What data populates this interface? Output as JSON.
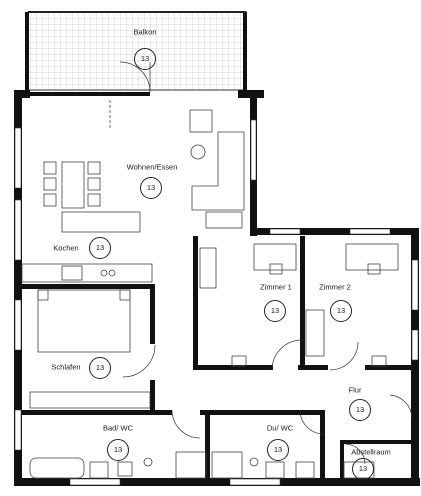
{
  "rooms": [
    {
      "id": "balkon",
      "name": "Balkon",
      "number": "13"
    },
    {
      "id": "wohnen",
      "name": "Wohnen/Essen",
      "number": "13"
    },
    {
      "id": "kochen",
      "name": "Kochen",
      "number": "13"
    },
    {
      "id": "zimmer1",
      "name": "Zimmer 1",
      "number": "13"
    },
    {
      "id": "zimmer2",
      "name": "Zimmer 2",
      "number": "13"
    },
    {
      "id": "schlafen",
      "name": "Schlafen",
      "number": "13"
    },
    {
      "id": "flur",
      "name": "Flur",
      "number": "13"
    },
    {
      "id": "badwc",
      "name": "Bad/ WC",
      "number": "13"
    },
    {
      "id": "duwc",
      "name": "Du/ WC",
      "number": "13"
    },
    {
      "id": "abstell",
      "name": "Abstellraum",
      "number": "13"
    }
  ]
}
